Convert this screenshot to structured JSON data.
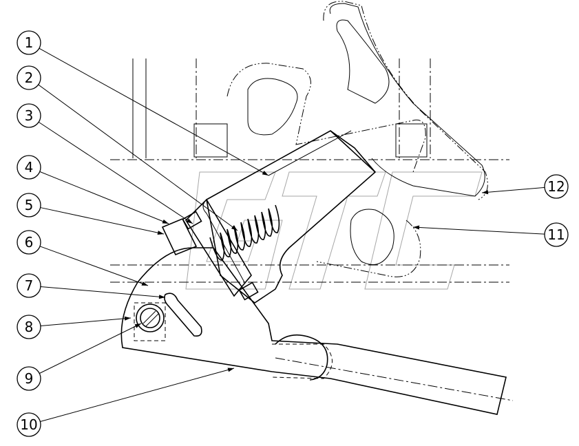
{
  "diagram": {
    "type": "exploded parts drawing",
    "watermark": "GTC",
    "callouts": [
      {
        "label": "1"
      },
      {
        "label": "2"
      },
      {
        "label": "3"
      },
      {
        "label": "4"
      },
      {
        "label": "5"
      },
      {
        "label": "6"
      },
      {
        "label": "7"
      },
      {
        "label": "8"
      },
      {
        "label": "9"
      },
      {
        "label": "10"
      },
      {
        "label": "11"
      },
      {
        "label": "12"
      }
    ]
  }
}
